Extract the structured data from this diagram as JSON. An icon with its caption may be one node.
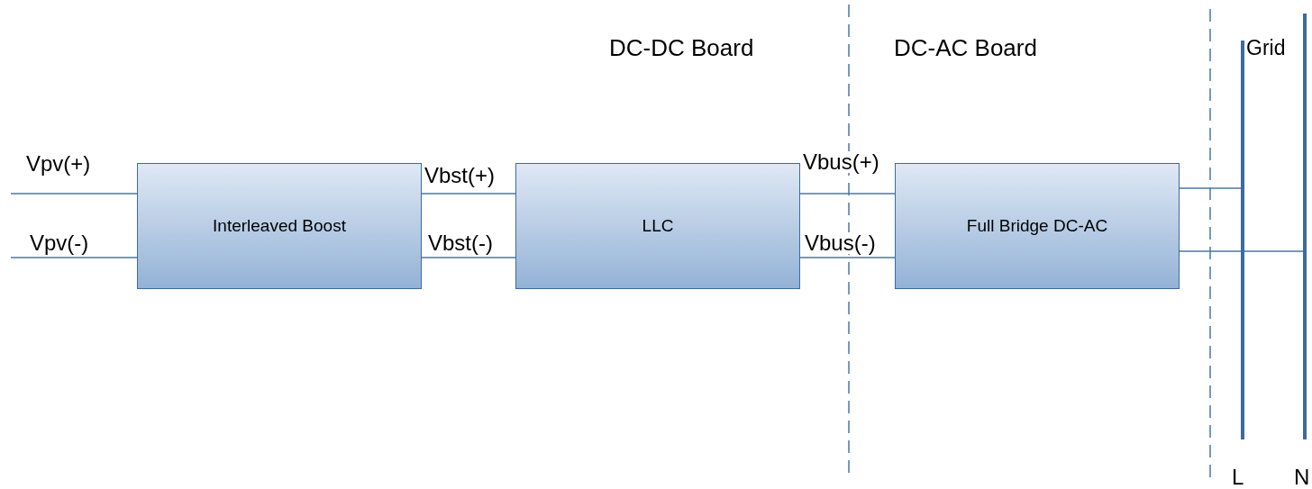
{
  "diagram": {
    "nodes": [
      {
        "text": [
          "Interleaved Boost"
        ]
      },
      {
        "text": [
          "LLC"
        ]
      },
      {
        "text": [
          "Full Bridge DC-AC"
        ]
      },
      {
        "text": [
          "L"
        ]
      },
      {
        "text": [
          "N"
        ]
      }
    ],
    "edges": [
      {
        "from": null,
        "to": 0,
        "arrow": "none",
        "label": "Vpv(+)"
      },
      {
        "from": null,
        "to": 0,
        "arrow": "none",
        "label": "Vpv(-)"
      },
      {
        "from": 0,
        "to": 1,
        "arrow": "none",
        "label": "Vbst(+)"
      },
      {
        "from": 0,
        "to": 1,
        "arrow": "none",
        "label": "Vbst(-)"
      },
      {
        "from": 1,
        "to": 2,
        "arrow": "none",
        "label": "Vbus(+)"
      },
      {
        "from": 1,
        "to": 2,
        "arrow": "none",
        "label": "Vbus(-)"
      },
      {
        "from": 2,
        "to": 3,
        "arrow": "none"
      },
      {
        "from": 2,
        "to": 4,
        "arrow": "none"
      }
    ],
    "labels": [
      "DC-DC Board",
      "DC-AC Board",
      "Grid"
    ]
  }
}
